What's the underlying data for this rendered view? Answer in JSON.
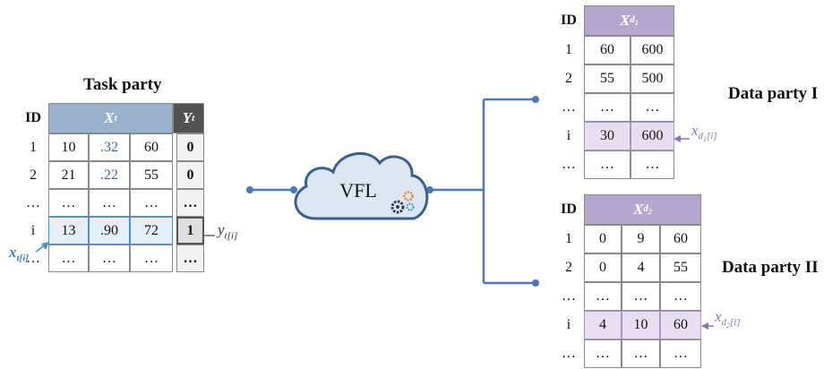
{
  "task_party": {
    "title": "Task party",
    "id_header": "ID",
    "x_header": "X",
    "x_sub": "t",
    "y_header": "Y",
    "y_sub": "t",
    "rows": [
      {
        "id": "1",
        "cells": [
          "10",
          ".32",
          "60"
        ],
        "label": "0"
      },
      {
        "id": "2",
        "cells": [
          "21",
          ".22",
          "55"
        ],
        "label": "0"
      },
      {
        "id": "…",
        "cells": [
          "…",
          "…",
          "…"
        ],
        "label": "…"
      },
      {
        "id": "i",
        "cells": [
          "13",
          ".90",
          "72"
        ],
        "label": "1"
      },
      {
        "id": "…",
        "cells": [
          "…",
          "…",
          "…"
        ],
        "label": "…"
      }
    ],
    "x_annotation": "x",
    "x_annotation_sub": "t[i]",
    "y_annotation": "y",
    "y_annotation_sub": "t[i]"
  },
  "cloud": {
    "label": "VFL"
  },
  "data_party_1": {
    "title": "Data party I",
    "id_header": "ID",
    "x_header": "X",
    "x_sub": "d",
    "x_subsub": "1",
    "rows": [
      {
        "id": "1",
        "cells": [
          "60",
          "600"
        ]
      },
      {
        "id": "2",
        "cells": [
          "55",
          "500"
        ]
      },
      {
        "id": "…",
        "cells": [
          "…",
          "…"
        ]
      },
      {
        "id": "i",
        "cells": [
          "30",
          "600"
        ]
      },
      {
        "id": "…",
        "cells": [
          "…",
          "…"
        ]
      }
    ],
    "annotation": "x",
    "annotation_sub": "d",
    "annotation_subsub": "1",
    "annotation_idx": "[i]"
  },
  "data_party_2": {
    "title": "Data party II",
    "id_header": "ID",
    "x_header": "X",
    "x_sub": "d",
    "x_subsub": "2",
    "rows": [
      {
        "id": "1",
        "cells": [
          "0",
          "9",
          "60"
        ]
      },
      {
        "id": "2",
        "cells": [
          "0",
          "4",
          "55"
        ]
      },
      {
        "id": "…",
        "cells": [
          "…",
          "…",
          "…"
        ]
      },
      {
        "id": "i",
        "cells": [
          "4",
          "10",
          "60"
        ]
      },
      {
        "id": "…",
        "cells": [
          "…",
          "…",
          "…"
        ]
      }
    ],
    "annotation": "x",
    "annotation_sub": "d",
    "annotation_subsub": "2",
    "annotation_idx": "[i]"
  },
  "colors": {
    "line_blue": "#4a78b8",
    "task_header": "#9ab1cc",
    "label_header": "#525252",
    "data_header": "#b4a6cf",
    "highlight_blue": "#e5eef9",
    "highlight_purple": "#e7dff1",
    "annotation_purple": "#8a74b8"
  }
}
